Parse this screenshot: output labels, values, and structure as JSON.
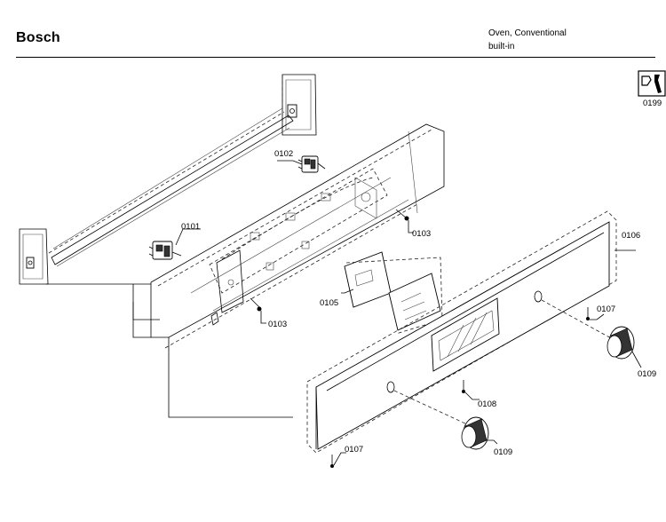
{
  "header": {
    "brand": "Bosch",
    "product_line1": "Oven, Conventional",
    "product_line2": "built-in"
  },
  "callouts": {
    "tool": "0199",
    "c0101": "0101",
    "c0102": "0102",
    "c0103a": "0103",
    "c0103b": "0103",
    "c0105": "0105",
    "c0106": "0106",
    "c0107a": "0107",
    "c0107b": "0107",
    "c0108": "0108",
    "c0109a": "0109",
    "c0109b": "0109"
  },
  "icons": {
    "tool": "wrench-screwdriver-icon"
  }
}
